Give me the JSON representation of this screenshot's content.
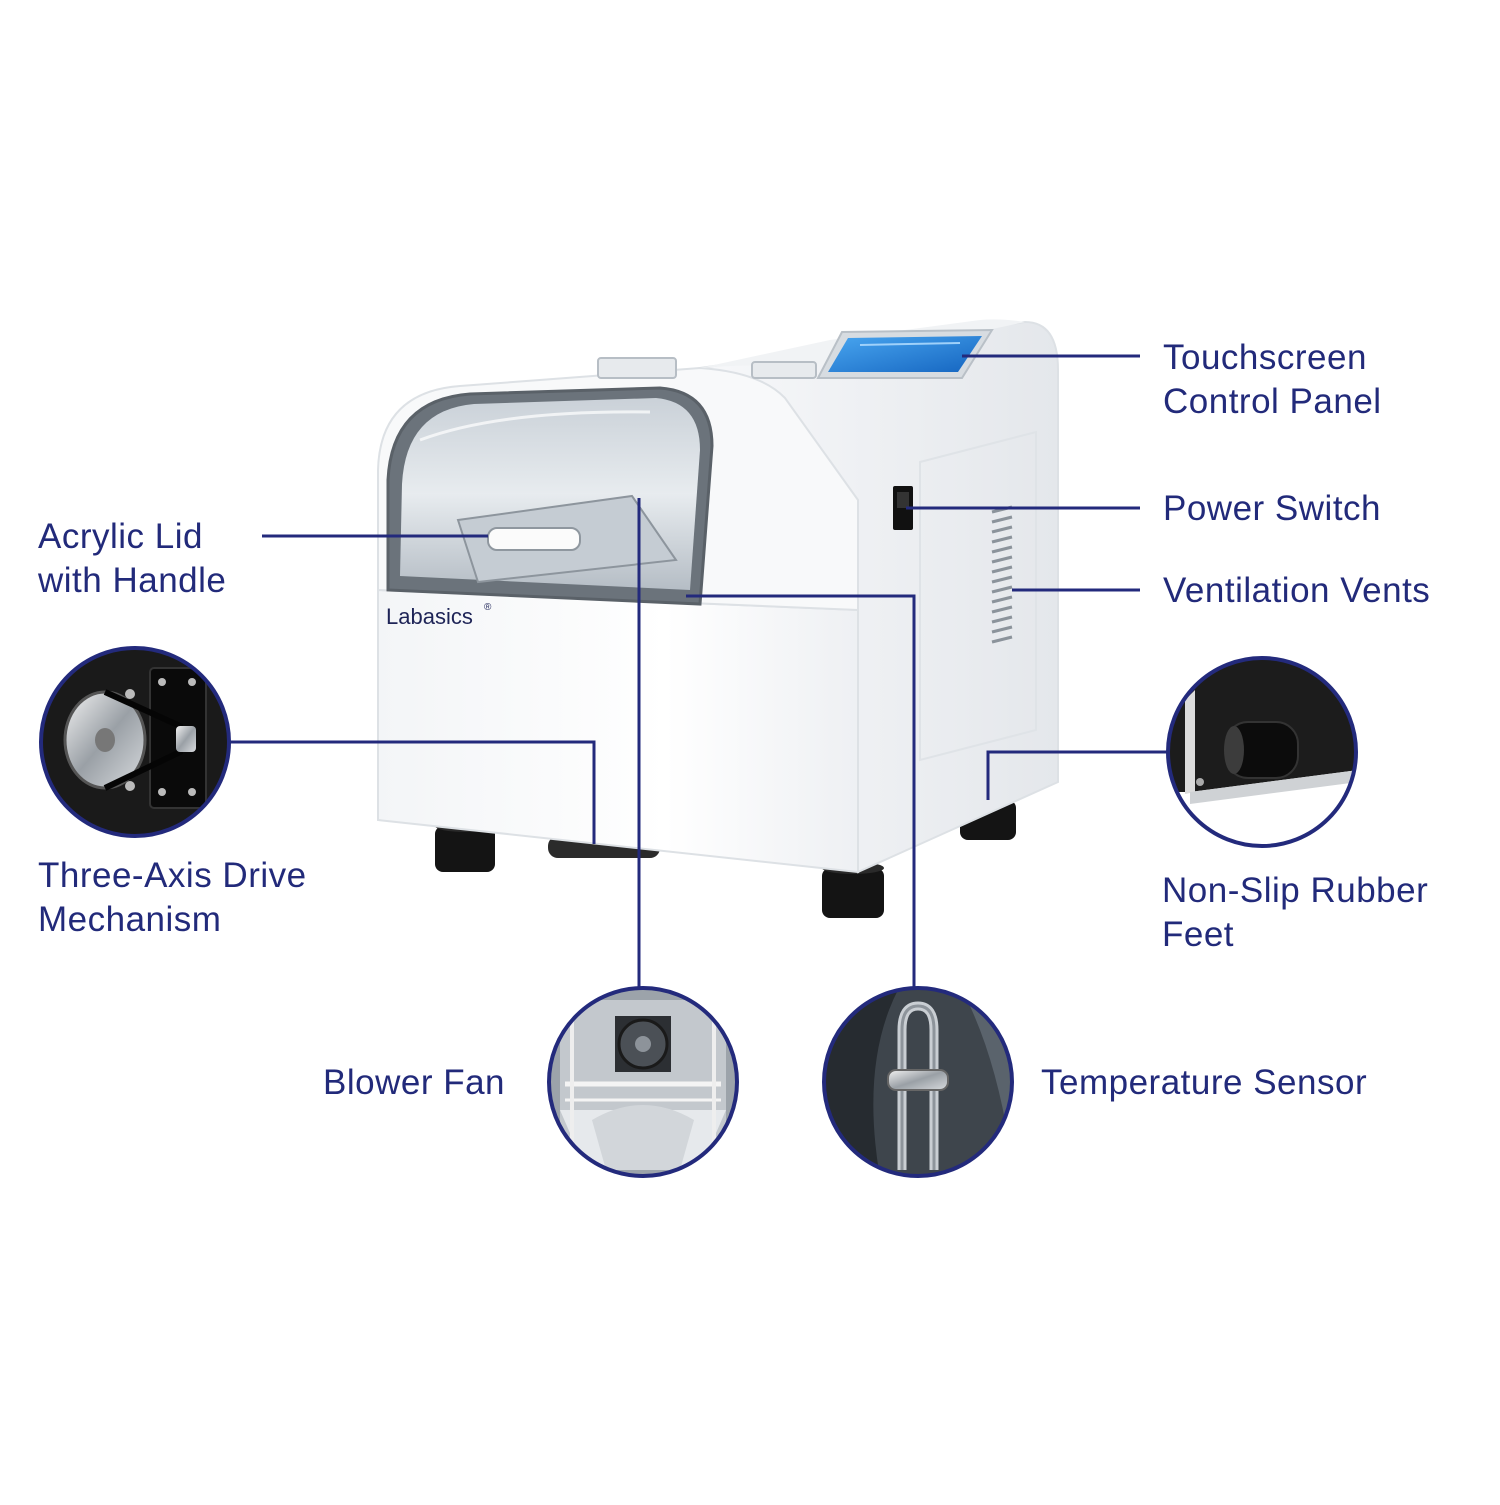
{
  "brand": "Labasics",
  "brand_mark": "®",
  "colors": {
    "label_text": "#222a7a",
    "leader_line": "#232a7c",
    "body_white": "#ffffff",
    "body_shade": "#e9ecef",
    "screen_blue": "#1e7fd8",
    "foot_black": "#111111"
  },
  "callouts": {
    "touchscreen": {
      "line1": "Touchscreen",
      "line2": "Control Panel"
    },
    "power_switch": {
      "line1": "Power Switch"
    },
    "ventilation": {
      "line1": "Ventilation Vents"
    },
    "acrylic_lid": {
      "line1": "Acrylic Lid",
      "line2": "with Handle"
    },
    "three_axis": {
      "line1": "Three-Axis Drive",
      "line2": "Mechanism"
    },
    "rubber_feet": {
      "line1": "Non-Slip Rubber",
      "line2": "Feet"
    },
    "blower_fan": {
      "line1": "Blower Fan"
    },
    "temp_sensor": {
      "line1": "Temperature Sensor"
    }
  }
}
